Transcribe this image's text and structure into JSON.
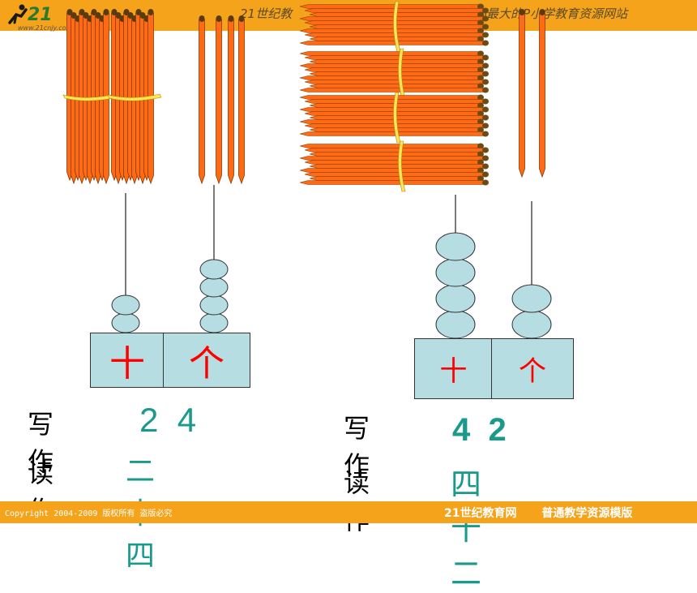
{
  "header": {
    "logo_number": "21",
    "logo_url": "www.21cnjy.com",
    "site_title_left": "21世纪教",
    "site_title_right": "全国最大的P小学教育资源网站"
  },
  "footer": {
    "copyright": "Copyright 2004-2009 版权所有 盗版必究",
    "site_name": "21世纪教育网",
    "template_name": "普通教学资源模版"
  },
  "examples": [
    {
      "tens_label": "十",
      "ones_label": "个",
      "tens_beads": 2,
      "ones_beads": 4,
      "bundles_of_ten": 2,
      "single_sticks": 4,
      "write_label": "写作",
      "written_number": "2  4",
      "read_label": "读作",
      "reading": "二十四"
    },
    {
      "tens_label": "十",
      "ones_label": "个",
      "tens_beads": 4,
      "ones_beads": 2,
      "bundles_of_ten": 4,
      "single_sticks": 2,
      "write_label": "写作",
      "written_number": "4  2",
      "read_label": "读作",
      "reading": "四十二"
    }
  ],
  "colors": {
    "banner": "#f5a31a",
    "stick": "#ff6a14",
    "bead": "#b6dde2",
    "place_text": "#ff0000",
    "answer_text": "#1a9a8a"
  }
}
